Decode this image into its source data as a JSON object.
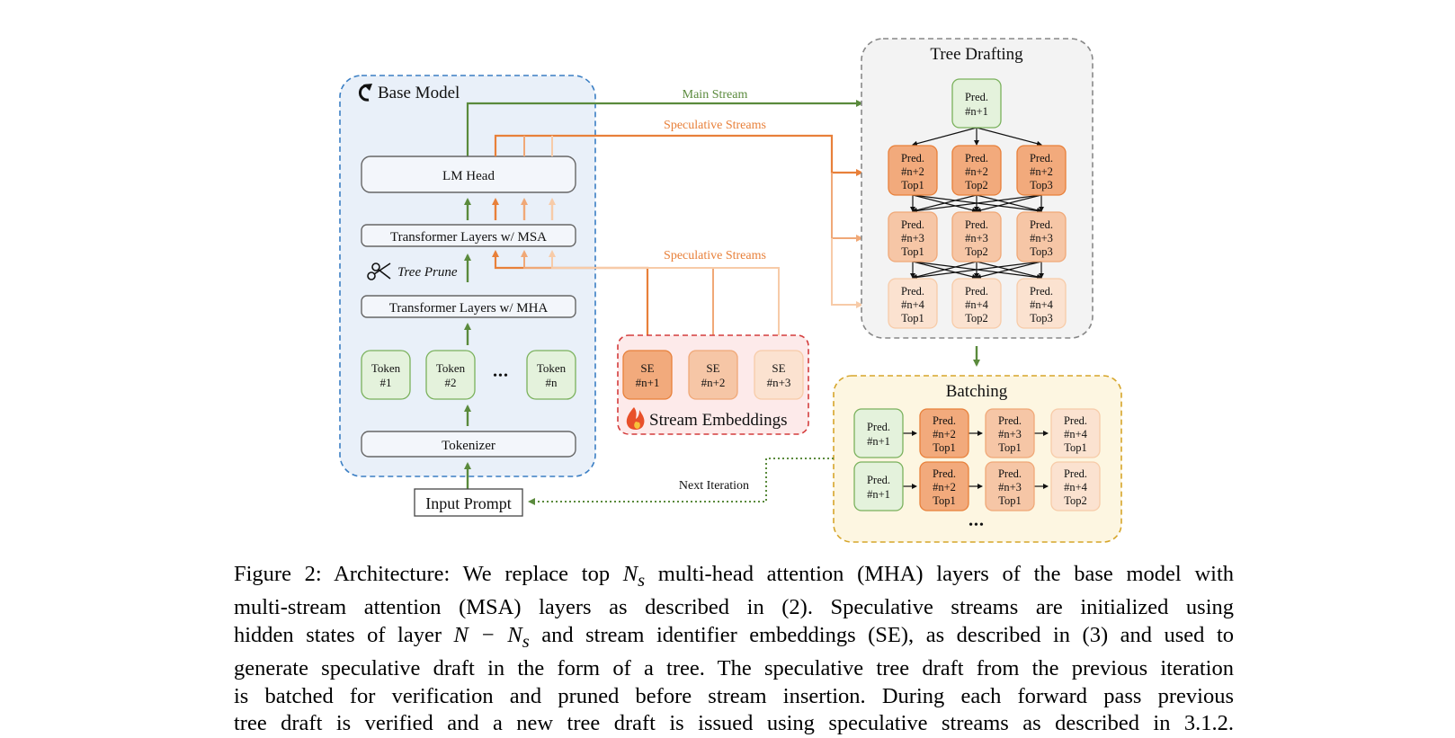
{
  "base_model": {
    "title": "Base Model",
    "lm_head": "LM Head",
    "msa": "Transformer Layers w/ MSA",
    "tree_prune": "Tree Prune",
    "mha": "Transformer Layers w/ MHA",
    "tokens": [
      {
        "line1": "Token",
        "line2": "#1"
      },
      {
        "line1": "Token",
        "line2": "#2"
      },
      {
        "line1": "Token",
        "line2": "#n"
      }
    ],
    "ellipsis": "•••",
    "tokenizer": "Tokenizer"
  },
  "input_prompt": "Input Prompt",
  "labels": {
    "main_stream": "Main Stream",
    "speculative_streams_top": "Speculative Streams",
    "speculative_streams_mid": "Speculative Streams",
    "next_iteration": "Next Iteration"
  },
  "stream_embeddings": {
    "title": "Stream Embeddings",
    "items": [
      {
        "line1": "SE",
        "line2": "#n+1"
      },
      {
        "line1": "SE",
        "line2": "#n+2"
      },
      {
        "line1": "SE",
        "line2": "#n+3"
      }
    ]
  },
  "tree_drafting": {
    "title": "Tree Drafting",
    "root": {
      "line1": "Pred.",
      "line2": "#n+1"
    },
    "rows": [
      [
        {
          "line1": "Pred.",
          "line2": "#n+2",
          "line3": "Top1"
        },
        {
          "line1": "Pred.",
          "line2": "#n+2",
          "line3": "Top2"
        },
        {
          "line1": "Pred.",
          "line2": "#n+2",
          "line3": "Top3"
        }
      ],
      [
        {
          "line1": "Pred.",
          "line2": "#n+3",
          "line3": "Top1"
        },
        {
          "line1": "Pred.",
          "line2": "#n+3",
          "line3": "Top2"
        },
        {
          "line1": "Pred.",
          "line2": "#n+3",
          "line3": "Top3"
        }
      ],
      [
        {
          "line1": "Pred.",
          "line2": "#n+4",
          "line3": "Top1"
        },
        {
          "line1": "Pred.",
          "line2": "#n+4",
          "line3": "Top2"
        },
        {
          "line1": "Pred.",
          "line2": "#n+4",
          "line3": "Top3"
        }
      ]
    ]
  },
  "batching": {
    "title": "Batching",
    "rows": [
      [
        {
          "line1": "Pred.",
          "line2": "#n+1",
          "line3": ""
        },
        {
          "line1": "Pred.",
          "line2": "#n+2",
          "line3": "Top1"
        },
        {
          "line1": "Pred.",
          "line2": "#n+3",
          "line3": "Top1"
        },
        {
          "line1": "Pred.",
          "line2": "#n+4",
          "line3": "Top1"
        }
      ],
      [
        {
          "line1": "Pred.",
          "line2": "#n+1",
          "line3": ""
        },
        {
          "line1": "Pred.",
          "line2": "#n+2",
          "line3": "Top1"
        },
        {
          "line1": "Pred.",
          "line2": "#n+3",
          "line3": "Top1"
        },
        {
          "line1": "Pred.",
          "line2": "#n+4",
          "line3": "Top2"
        }
      ]
    ],
    "ellipsis": "•••"
  },
  "caption": {
    "line1_a": "Figure 2: Architecture: We replace top ",
    "ns_1": "N",
    "ns_1_sub": "s",
    "line1_b": " multi-head attention (MHA) layers of the base model with",
    "line2": "multi-stream attention (MSA) layers as described in (2). Speculative streams are initialized using",
    "line3_a": "hidden states of layer ",
    "n_minus": "N − N",
    "n_minus_sub": "s",
    "line3_b": " and stream identifier embeddings (SE), as described in (3) and used to",
    "line4": "generate speculative draft in the form of a tree. The speculative tree draft from the previous iteration",
    "line5": "is batched for verification and pruned before stream insertion. During each forward pass previous",
    "line6": "tree draft is verified and a new tree draft is issued using speculative streams as described in 3.1.2."
  },
  "colors": {
    "green": "#5a8a3c",
    "orange": "#e8803a",
    "orange_mid": "#f0a877",
    "orange_light": "#f7cba8",
    "blue_dashed": "#3b7fc4",
    "red_dashed": "#d43c3c",
    "gold_dashed": "#d6a52a",
    "gray_dashed": "#888888"
  }
}
